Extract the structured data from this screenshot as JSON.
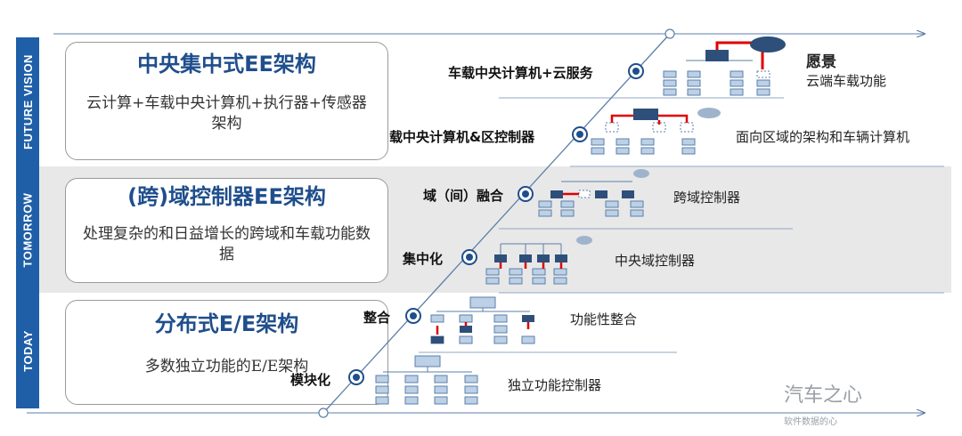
{
  "rows": {
    "future_vision": {
      "label": "FUTURE VISION",
      "title": "中央集中式EE架构",
      "subtitle": "云计算+车载中央计算机+执行器+传感器架构"
    },
    "tomorrow": {
      "label": "TOMORROW",
      "title": "(跨)域控制器EE架构",
      "subtitle": "处理复杂的和日益增长的跨域和车载功能数据"
    },
    "today": {
      "label": "TODAY",
      "title": "分布式E/E架构",
      "subtitle": "多数独立功能的E/E架构"
    }
  },
  "stages": [
    {
      "name": "车载中央计算机+云服务",
      "desc_title": "愿景",
      "desc": "云端车载功能"
    },
    {
      "name": "载中央计算机&区控制器",
      "desc": "面向区域的架构和车辆计算机"
    },
    {
      "name": "域（间）融合",
      "desc": "跨域控制器"
    },
    {
      "name": "集中化",
      "desc": "中央域控制器"
    },
    {
      "name": "整合",
      "desc": "功能性整合"
    },
    {
      "name": "模块化",
      "desc": "独立功能控制器"
    }
  ],
  "watermark": {
    "main": "汽车之心",
    "sub": "软件数据的心"
  },
  "colors": {
    "blue": "#1f5fa8",
    "dark_blue": "#2e4f7a",
    "box_fill": "#bcd0e6",
    "red": "#e00000",
    "line": "#5b7fa8",
    "band_grey": "#e8e8e8"
  }
}
